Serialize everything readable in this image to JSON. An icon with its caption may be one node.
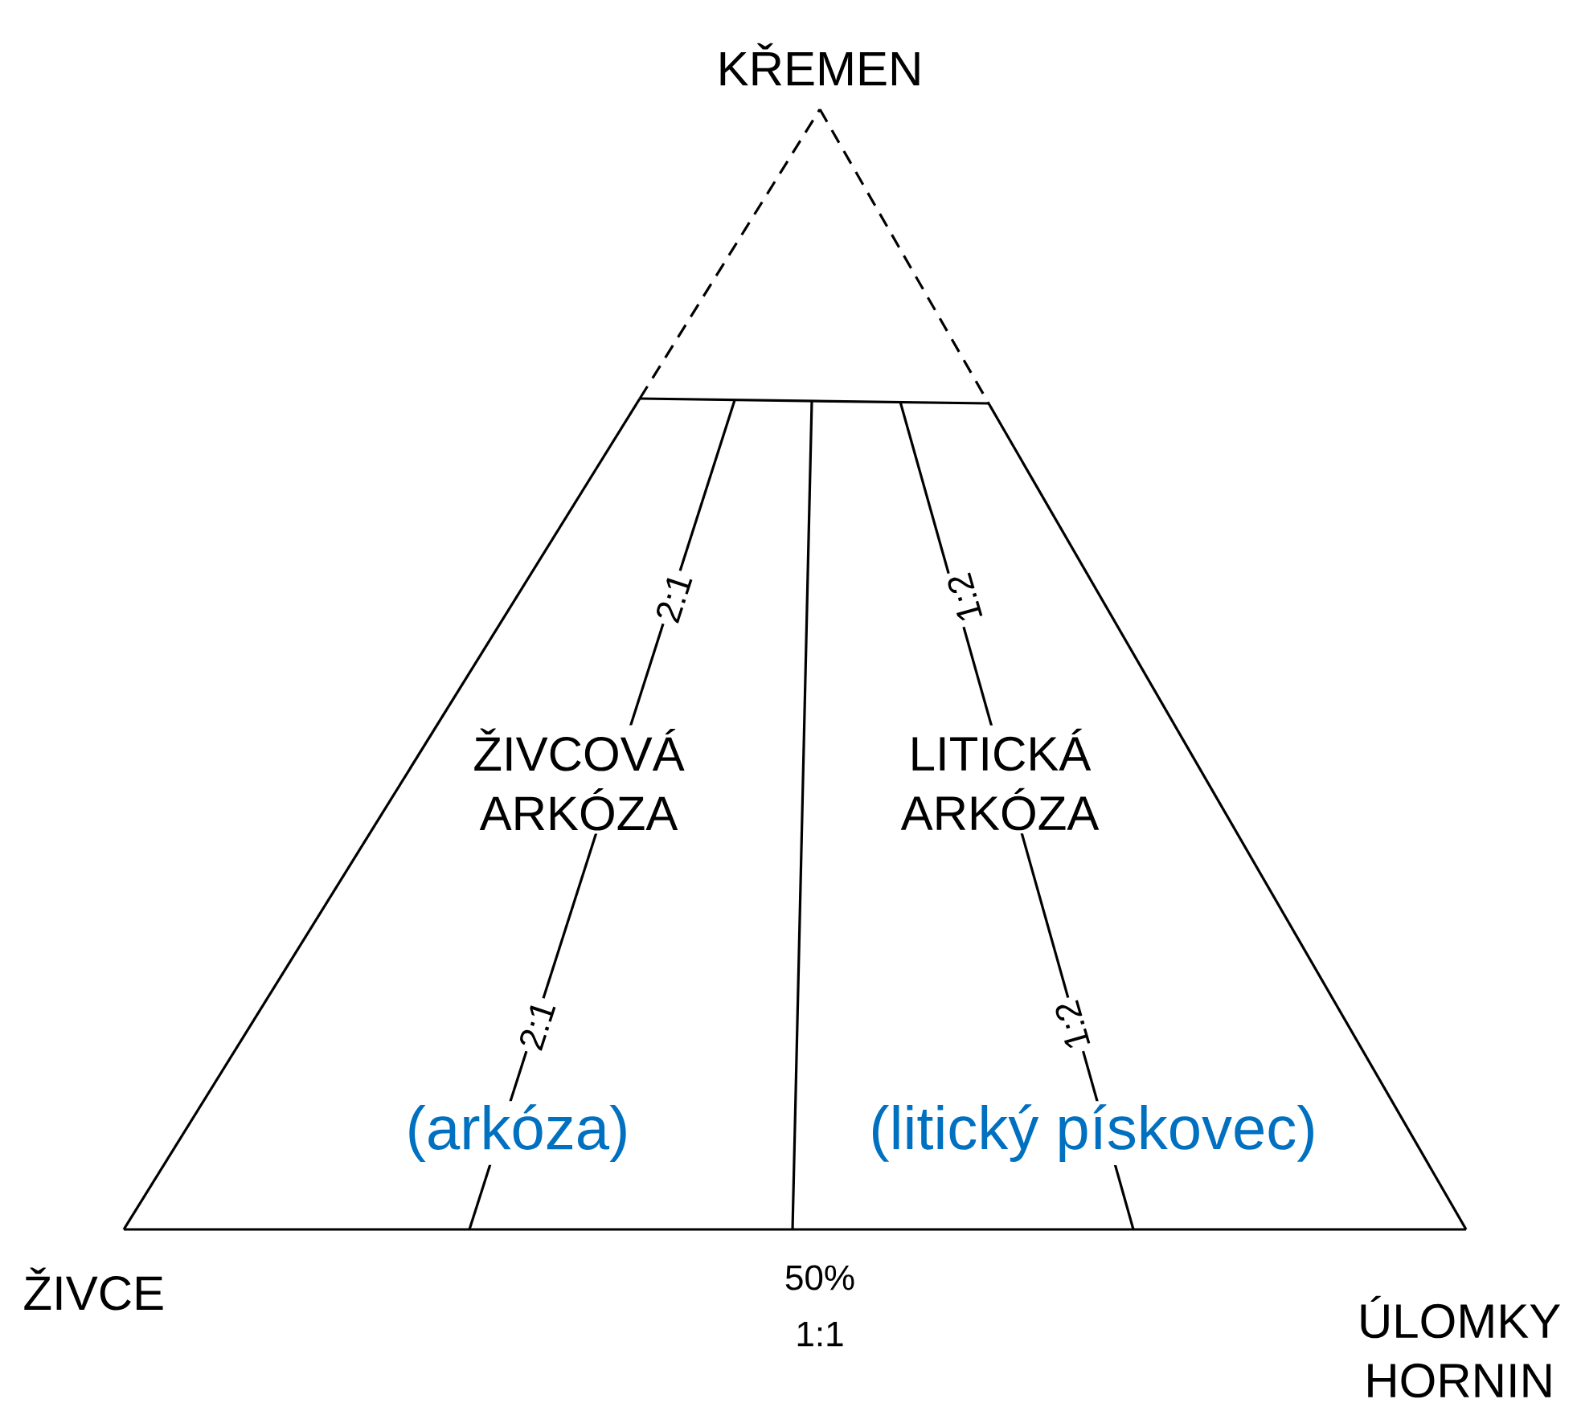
{
  "diagram": {
    "labels": [
      "KŘEMEN",
      "2:1",
      "1:2",
      "ŽIVCOVÁ ARKÓZA",
      "LITICKÁ ARKÓZA",
      "2:1",
      "1:2",
      "(arkóza)",
      "(litický pískovec)",
      "ŽIVCE",
      "50%",
      "1:1",
      "ÚLOMKY HORNIN"
    ]
  }
}
